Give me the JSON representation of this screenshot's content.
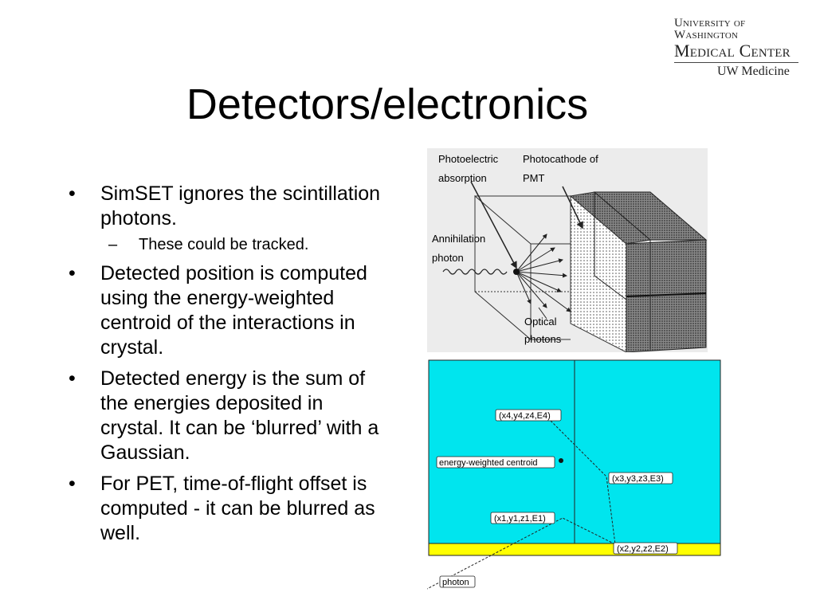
{
  "logo": {
    "line1": "University of Washington",
    "line2": "Medical Center",
    "line3": "UW Medicine"
  },
  "title": "Detectors/electronics",
  "bullets": [
    {
      "text": "SimSET ignores the scintillation photons.",
      "sub": "These could be tracked."
    },
    {
      "text": "Detected position is computed using the energy-weighted centroid of the interactions in crystal."
    },
    {
      "text": "Detected energy is the sum of the energies deposited in crystal.  It can be ‘blurred’ with a Gaussian."
    },
    {
      "text": "For PET, time-of-flight offset is computed - it can be blurred as well."
    }
  ],
  "bullet_char": "•",
  "dash_char": "–",
  "figure1": {
    "photoelectric_1": "Photoelectric",
    "photoelectric_2": "absorption",
    "photocathode_1": "Photocathode of",
    "photocathode_2": "PMT",
    "annihilation_1": "Annihilation",
    "annihilation_2": "photon",
    "optical_1": "Optical",
    "optical_2": "photons"
  },
  "figure2": {
    "colors": {
      "crystal": "#00e5ee",
      "pmt_layer": "#ffff00"
    },
    "p4": "(x4,y4,z4,E4)",
    "centroid": "energy-weighted centroid",
    "p3": "(x3,y3,z3,E3)",
    "p1": "(x1,y1,z1,E1)",
    "p2": "(x2,y2,z2,E2)",
    "photon": "photon"
  }
}
